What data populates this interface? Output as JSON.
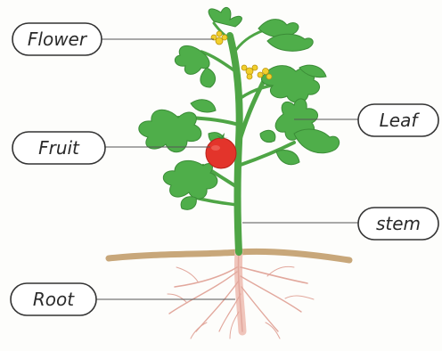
{
  "labels": {
    "flower": "Flower",
    "fruit": "Fruit",
    "root": "Root",
    "leaf": "Leaf",
    "stem": "stem"
  },
  "colors": {
    "stem": "#4ea545",
    "leaf": "#4fae4a",
    "leaf_dark": "#3b8c37",
    "fruit": "#e3342b",
    "flower": "#f2cf2c",
    "soil": "#c8a77a",
    "root": "#e7b3a8",
    "ink": "#2a2a2a"
  }
}
